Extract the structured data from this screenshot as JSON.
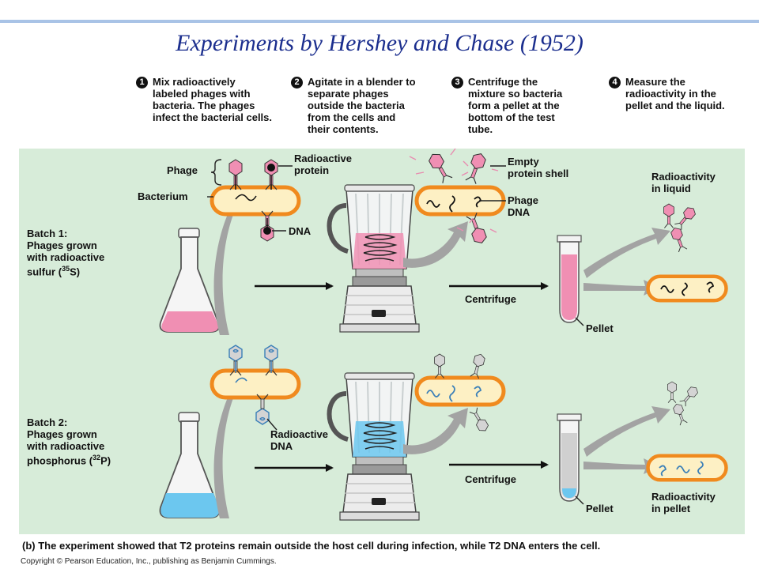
{
  "title": "Experiments by Hershey and Chase (1952)",
  "steps": [
    {
      "num": "1",
      "text": "Mix radioactively\nlabeled phages with\nbacteria. The phages\ninfect the bacterial cells."
    },
    {
      "num": "2",
      "text": "Agitate in a blender to\nseparate phages\noutside the bacteria\nfrom the cells and\ntheir contents."
    },
    {
      "num": "3",
      "text": "Centrifuge the\nmixture so bacteria\nform a pellet at the\nbottom of the test\ntube."
    },
    {
      "num": "4",
      "text": "Measure the\nradioactivity in the\npellet and the liquid."
    }
  ],
  "labels": {
    "phage": "Phage",
    "bacterium": "Bacterium",
    "radioactive_protein": "Radioactive\nprotein",
    "dna": "DNA",
    "empty_shell": "Empty\nprotein shell",
    "phage_dna": "Phage\nDNA",
    "radioactivity_liquid": "Radioactivity\nin liquid",
    "centrifuge_1": "Centrifuge",
    "pellet_1": "Pellet",
    "radioactive_dna": "Radioactive\nDNA",
    "centrifuge_2": "Centrifuge",
    "pellet_2": "Pellet",
    "radioactivity_pellet": "Radioactivity\nin pellet"
  },
  "batch1": {
    "title": "Batch 1:",
    "line1": "Phages grown",
    "line2": "with radioactive",
    "line3_pre": "sulfur (",
    "iso": "35",
    "line3_post": "S)"
  },
  "batch2": {
    "title": "Batch 2:",
    "line1": "Phages grown",
    "line2": "with radioactive",
    "line3_pre": "phosphorus (",
    "iso": "32",
    "line3_post": "P)"
  },
  "caption": {
    "part": "(b)",
    "text": "The experiment showed that T2 proteins remain outside the host cell during infection, while T2 DNA enters the cell."
  },
  "copyright": "Copyright © Pearson Education, Inc., publishing as Benjamin Cummings.",
  "colors": {
    "panel": "#d7ecd9",
    "title": "#1b2e8e",
    "pink": "#f08fb3",
    "blue": "#6cc7ef",
    "bacterium_fill": "#fdf0c4",
    "bacterium_stroke": "#f08a1e",
    "arrow_gray": "#a3a3a3"
  }
}
